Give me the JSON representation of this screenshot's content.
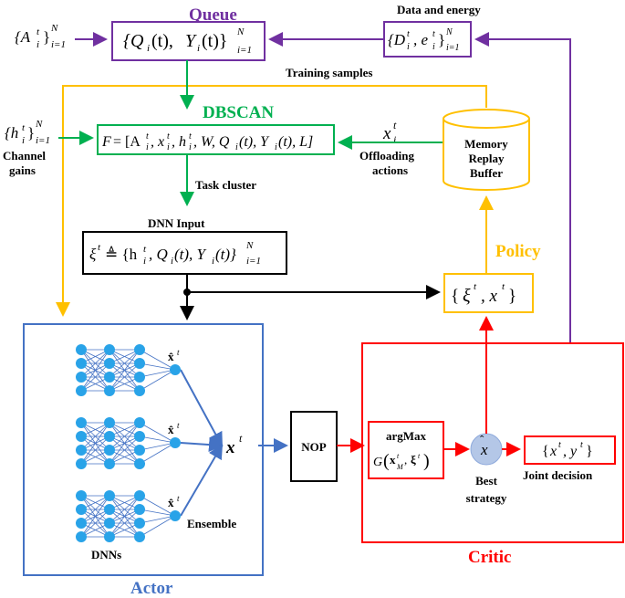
{
  "labels": {
    "queue_title": "Queue",
    "data_energy": "Data and energy",
    "training_samples": "Training samples",
    "dbscan": "DBSCAN",
    "channel_gains_1": "Channel",
    "channel_gains_2": "gains",
    "offloading_1": "Offloading",
    "offloading_2": "actions",
    "memory_1": "Memory",
    "memory_2": "Replay",
    "memory_3": "Buffer",
    "task_cluster": "Task cluster",
    "dnn_input": "DNN Input",
    "policy": "Policy",
    "ensemble": "Ensemble",
    "dnns": "DNNs",
    "actor": "Actor",
    "nop": "NOP",
    "argmax": "argMax",
    "best_1": "Best",
    "best_2": "strategy",
    "joint_decision": "Joint decision",
    "critic": "Critic"
  },
  "colors": {
    "purple": "#7030a0",
    "green": "#00b050",
    "yellow": "#ffc000",
    "blue": "#4472c4",
    "red": "#ff0000",
    "node": "#29a3e8",
    "black": "#000000"
  }
}
